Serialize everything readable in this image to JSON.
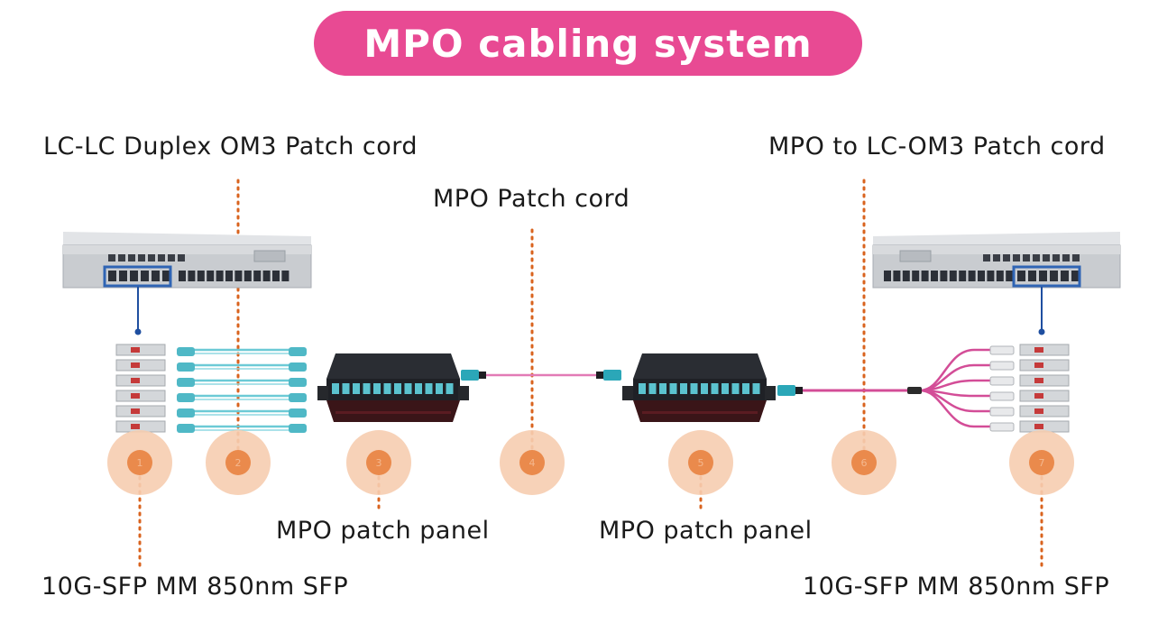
{
  "title": "MPO cabling system",
  "labels": {
    "lc_patch_cord": "LC-LC Duplex OM3 Patch cord",
    "mpo_patch_cord": "MPO Patch cord",
    "mpo_lc_patch_cord": "MPO to LC-OM3 Patch cord",
    "panel_left": "MPO patch panel",
    "panel_right": "MPO patch panel",
    "sfp_left": "10G-SFP MM 850nm SFP",
    "sfp_right": "10G-SFP MM 850nm SFP"
  },
  "markers": [
    "1",
    "2",
    "3",
    "4",
    "5",
    "6",
    "7"
  ],
  "colors": {
    "title_bg": "#e84a93",
    "leader": "#d9631e",
    "marker_outer": "#f6cdb0",
    "marker_inner": "#ea8a4c",
    "aqua_cable": "#6ccad6",
    "pink_cable": "#d34d97",
    "switch_body": "#c9ccd0",
    "switch_port": "#2c3038",
    "port_highlight": "#2f64b4",
    "panel_body": "#1f2126"
  }
}
